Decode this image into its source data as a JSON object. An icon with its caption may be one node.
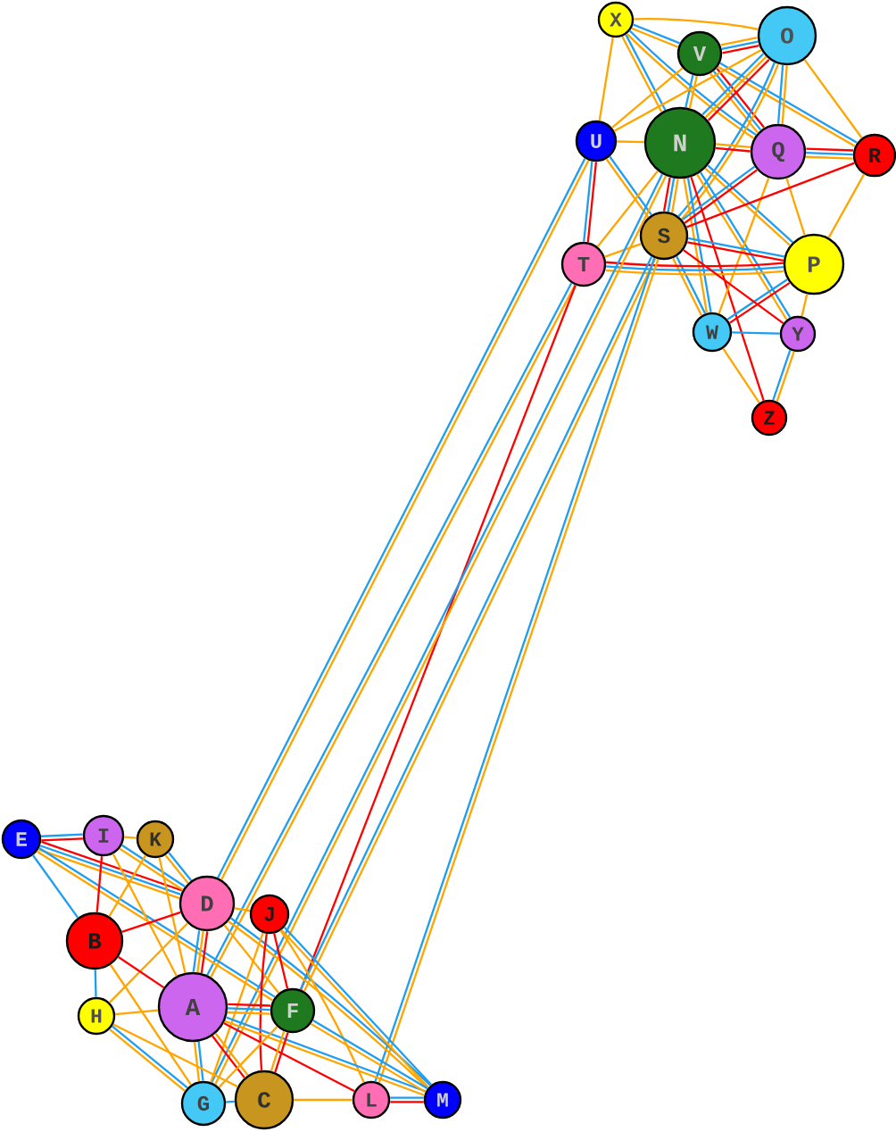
{
  "diagram": {
    "nodes": [
      {
        "text": [
          "X"
        ]
      },
      {
        "text": [
          "V"
        ]
      },
      {
        "text": [
          "O"
        ]
      },
      {
        "text": [
          "U"
        ]
      },
      {
        "text": [
          "N"
        ]
      },
      {
        "text": [
          "Q"
        ]
      },
      {
        "text": [
          "R"
        ]
      },
      {
        "text": [
          "T"
        ]
      },
      {
        "text": [
          "S"
        ]
      },
      {
        "text": [
          "P"
        ]
      },
      {
        "text": [
          "W"
        ]
      },
      {
        "text": [
          "Y"
        ]
      },
      {
        "text": [
          "Z"
        ]
      },
      {
        "text": [
          "E"
        ]
      },
      {
        "text": [
          "I"
        ]
      },
      {
        "text": [
          "K"
        ]
      },
      {
        "text": [
          "D"
        ]
      },
      {
        "text": [
          "J"
        ]
      },
      {
        "text": [
          "B"
        ]
      },
      {
        "text": [
          "H"
        ]
      },
      {
        "text": [
          "A"
        ]
      },
      {
        "text": [
          "F"
        ]
      },
      {
        "text": [
          "G"
        ]
      },
      {
        "text": [
          "C"
        ]
      },
      {
        "text": [
          "L"
        ]
      },
      {
        "text": [
          "M"
        ]
      }
    ],
    "edges": [
      {
        "from": 0,
        "to": 1,
        "arrow": "none"
      },
      {
        "from": 0,
        "to": 1,
        "arrow": "none",
        "color": "#1e9ef0"
      },
      {
        "from": 0,
        "to": 2,
        "arrow": "none"
      },
      {
        "from": 0,
        "to": 4,
        "arrow": "none"
      },
      {
        "from": 0,
        "to": 4,
        "arrow": "none",
        "color": "#1e9ef0"
      },
      {
        "from": 0,
        "to": 5,
        "arrow": "none"
      },
      {
        "from": 0,
        "to": 5,
        "arrow": "none",
        "color": "#1e9ef0"
      },
      {
        "from": 0,
        "to": 3,
        "arrow": "none"
      },
      {
        "from": 1,
        "to": 2,
        "arrow": "none",
        "color": "#ff0000"
      },
      {
        "from": 1,
        "to": 2,
        "arrow": "none",
        "color": "#1e9ef0"
      },
      {
        "from": 1,
        "to": 2,
        "arrow": "none"
      },
      {
        "from": 1,
        "to": 4,
        "arrow": "none"
      },
      {
        "from": 1,
        "to": 4,
        "arrow": "none",
        "color": "#1e9ef0"
      },
      {
        "from": 1,
        "to": 5,
        "arrow": "none"
      },
      {
        "from": 1,
        "to": 5,
        "arrow": "none",
        "color": "#1e9ef0"
      },
      {
        "from": 1,
        "to": 5,
        "arrow": "none",
        "color": "#ff0000"
      },
      {
        "from": 1,
        "to": 6,
        "arrow": "none"
      },
      {
        "from": 1,
        "to": 6,
        "arrow": "none",
        "color": "#1e9ef0"
      },
      {
        "from": 1,
        "to": 3,
        "arrow": "none"
      },
      {
        "from": 2,
        "to": 4,
        "arrow": "none",
        "color": "#ff0000"
      },
      {
        "from": 2,
        "to": 4,
        "arrow": "none"
      },
      {
        "from": 2,
        "to": 4,
        "arrow": "none",
        "color": "#1e9ef0"
      },
      {
        "from": 2,
        "to": 5,
        "arrow": "none"
      },
      {
        "from": 2,
        "to": 5,
        "arrow": "none",
        "color": "#1e9ef0"
      },
      {
        "from": 2,
        "to": 6,
        "arrow": "none"
      },
      {
        "from": 2,
        "to": 3,
        "arrow": "none"
      },
      {
        "from": 2,
        "to": 8,
        "arrow": "none"
      },
      {
        "from": 2,
        "to": 8,
        "arrow": "none",
        "color": "#1e9ef0"
      },
      {
        "from": 3,
        "to": 4,
        "arrow": "none"
      },
      {
        "from": 3,
        "to": 7,
        "arrow": "none",
        "color": "#ff0000"
      },
      {
        "from": 3,
        "to": 7,
        "arrow": "none",
        "color": "#1e9ef0"
      },
      {
        "from": 3,
        "to": 8,
        "arrow": "none"
      },
      {
        "from": 3,
        "to": 8,
        "arrow": "none",
        "color": "#1e9ef0"
      },
      {
        "from": 4,
        "to": 5,
        "arrow": "none",
        "color": "#ff0000"
      },
      {
        "from": 4,
        "to": 5,
        "arrow": "none"
      },
      {
        "from": 4,
        "to": 8,
        "arrow": "none"
      },
      {
        "from": 4,
        "to": 8,
        "arrow": "none",
        "color": "#1e9ef0"
      },
      {
        "from": 4,
        "to": 8,
        "arrow": "none",
        "color": "#ff0000"
      },
      {
        "from": 4,
        "to": 7,
        "arrow": "none"
      },
      {
        "from": 4,
        "to": 9,
        "arrow": "none"
      },
      {
        "from": 4,
        "to": 9,
        "arrow": "none",
        "color": "#1e9ef0"
      },
      {
        "from": 4,
        "to": 10,
        "arrow": "none"
      },
      {
        "from": 4,
        "to": 10,
        "arrow": "none",
        "color": "#1e9ef0"
      },
      {
        "from": 4,
        "to": 12,
        "arrow": "none",
        "color": "#ff0000"
      },
      {
        "from": 4,
        "to": 11,
        "arrow": "none"
      },
      {
        "from": 4,
        "to": 11,
        "arrow": "none",
        "color": "#1e9ef0"
      },
      {
        "from": 5,
        "to": 6,
        "arrow": "none"
      },
      {
        "from": 5,
        "to": 6,
        "arrow": "none",
        "color": "#1e9ef0"
      },
      {
        "from": 5,
        "to": 6,
        "arrow": "none",
        "color": "#ff0000"
      },
      {
        "from": 5,
        "to": 8,
        "arrow": "none",
        "color": "#ff0000"
      },
      {
        "from": 5,
        "to": 8,
        "arrow": "none",
        "color": "#1e9ef0"
      },
      {
        "from": 5,
        "to": 9,
        "arrow": "none"
      },
      {
        "from": 5,
        "to": 10,
        "arrow": "none"
      },
      {
        "from": 6,
        "to": 8,
        "arrow": "none",
        "color": "#ff0000"
      },
      {
        "from": 6,
        "to": 9,
        "arrow": "none"
      },
      {
        "from": 8,
        "to": 9,
        "arrow": "none",
        "color": "#ff0000"
      },
      {
        "from": 8,
        "to": 9,
        "arrow": "none",
        "color": "#1e9ef0"
      },
      {
        "from": 7,
        "to": 8,
        "arrow": "none"
      },
      {
        "from": 8,
        "to": 10,
        "arrow": "none"
      },
      {
        "from": 8,
        "to": 10,
        "arrow": "none",
        "color": "#1e9ef0"
      },
      {
        "from": 7,
        "to": 9,
        "arrow": "none"
      },
      {
        "from": 7,
        "to": 9,
        "arrow": "none",
        "color": "#1e9ef0"
      },
      {
        "from": 7,
        "to": 9,
        "arrow": "none",
        "color": "#ff0000"
      },
      {
        "from": 9,
        "to": 10,
        "arrow": "none",
        "color": "#ff0000"
      },
      {
        "from": 9,
        "to": 10,
        "arrow": "none",
        "color": "#1e9ef0"
      },
      {
        "from": 9,
        "to": 11,
        "arrow": "none"
      },
      {
        "from": 10,
        "to": 11,
        "arrow": "none",
        "color": "#1e9ef0"
      },
      {
        "from": 10,
        "to": 12,
        "arrow": "none"
      },
      {
        "from": 11,
        "to": 12,
        "arrow": "none"
      },
      {
        "from": 11,
        "to": 12,
        "arrow": "none",
        "color": "#1e9ef0"
      },
      {
        "from": 8,
        "to": 11,
        "arrow": "none",
        "color": "#ff0000"
      },
      {
        "from": 3,
        "to": 16,
        "arrow": "none"
      },
      {
        "from": 3,
        "to": 16,
        "arrow": "none",
        "color": "#1e9ef0"
      },
      {
        "from": 7,
        "to": 20,
        "arrow": "none"
      },
      {
        "from": 7,
        "to": 20,
        "arrow": "none",
        "color": "#1e9ef0"
      },
      {
        "from": 7,
        "to": 21,
        "arrow": "none",
        "color": "#ff0000"
      },
      {
        "from": 4,
        "to": 22,
        "arrow": "none"
      },
      {
        "from": 4,
        "to": 22,
        "arrow": "none",
        "color": "#1e9ef0"
      },
      {
        "from": 8,
        "to": 21,
        "arrow": "none"
      },
      {
        "from": 8,
        "to": 21,
        "arrow": "none",
        "color": "#1e9ef0"
      },
      {
        "from": 8,
        "to": 24,
        "arrow": "none"
      },
      {
        "from": 8,
        "to": 24,
        "arrow": "none",
        "color": "#1e9ef0"
      },
      {
        "from": 13,
        "to": 14,
        "arrow": "none",
        "color": "#ff0000"
      },
      {
        "from": 13,
        "to": 14,
        "arrow": "none",
        "color": "#1e9ef0"
      },
      {
        "from": 13,
        "to": 16,
        "arrow": "none"
      },
      {
        "from": 13,
        "to": 16,
        "arrow": "none",
        "color": "#1e9ef0"
      },
      {
        "from": 13,
        "to": 16,
        "arrow": "none",
        "color": "#ff0000"
      },
      {
        "from": 13,
        "to": 18,
        "arrow": "none",
        "color": "#1e9ef0"
      },
      {
        "from": 13,
        "to": 21,
        "arrow": "none"
      },
      {
        "from": 13,
        "to": 21,
        "arrow": "none",
        "color": "#1e9ef0"
      },
      {
        "from": 14,
        "to": 15,
        "arrow": "none"
      },
      {
        "from": 14,
        "to": 18,
        "arrow": "none",
        "color": "#ff0000"
      },
      {
        "from": 14,
        "to": 16,
        "arrow": "none"
      },
      {
        "from": 14,
        "to": 16,
        "arrow": "none",
        "color": "#1e9ef0"
      },
      {
        "from": 14,
        "to": 20,
        "arrow": "none"
      },
      {
        "from": 15,
        "to": 16,
        "arrow": "none"
      },
      {
        "from": 15,
        "to": 16,
        "arrow": "none",
        "color": "#1e9ef0"
      },
      {
        "from": 15,
        "to": 20,
        "arrow": "none"
      },
      {
        "from": 15,
        "to": 18,
        "arrow": "none"
      },
      {
        "from": 16,
        "to": 17,
        "arrow": "none"
      },
      {
        "from": 16,
        "to": 18,
        "arrow": "none",
        "color": "#ff0000"
      },
      {
        "from": 16,
        "to": 20,
        "arrow": "none",
        "color": "#ff0000"
      },
      {
        "from": 16,
        "to": 20,
        "arrow": "none"
      },
      {
        "from": 16,
        "to": 20,
        "arrow": "none",
        "color": "#1e9ef0"
      },
      {
        "from": 16,
        "to": 21,
        "arrow": "none"
      },
      {
        "from": 16,
        "to": 25,
        "arrow": "none"
      },
      {
        "from": 16,
        "to": 25,
        "arrow": "none",
        "color": "#1e9ef0"
      },
      {
        "from": 16,
        "to": 19,
        "arrow": "none"
      },
      {
        "from": 17,
        "to": 21,
        "arrow": "none",
        "color": "#ff0000"
      },
      {
        "from": 17,
        "to": 23,
        "arrow": "none",
        "color": "#ff0000"
      },
      {
        "from": 17,
        "to": 22,
        "arrow": "none"
      },
      {
        "from": 17,
        "to": 25,
        "arrow": "none"
      },
      {
        "from": 17,
        "to": 25,
        "arrow": "none",
        "color": "#1e9ef0"
      },
      {
        "from": 17,
        "to": 24,
        "arrow": "none"
      },
      {
        "from": 18,
        "to": 19,
        "arrow": "none",
        "color": "#1e9ef0"
      },
      {
        "from": 18,
        "to": 20,
        "arrow": "none",
        "color": "#ff0000"
      },
      {
        "from": 18,
        "to": 22,
        "arrow": "none"
      },
      {
        "from": 19,
        "to": 20,
        "arrow": "none"
      },
      {
        "from": 20,
        "to": 21,
        "arrow": "none"
      },
      {
        "from": 20,
        "to": 21,
        "arrow": "none",
        "color": "#1e9ef0"
      },
      {
        "from": 20,
        "to": 21,
        "arrow": "none",
        "color": "#ff0000"
      },
      {
        "from": 20,
        "to": 22,
        "arrow": "none"
      },
      {
        "from": 20,
        "to": 22,
        "arrow": "none",
        "color": "#1e9ef0"
      },
      {
        "from": 20,
        "to": 23,
        "arrow": "none",
        "color": "#ff0000"
      },
      {
        "from": 20,
        "to": 23,
        "arrow": "none"
      },
      {
        "from": 20,
        "to": 24,
        "arrow": "none",
        "color": "#ff0000"
      },
      {
        "from": 20,
        "to": 25,
        "arrow": "none"
      },
      {
        "from": 20,
        "to": 25,
        "arrow": "none",
        "color": "#1e9ef0"
      },
      {
        "from": 19,
        "to": 22,
        "arrow": "none"
      },
      {
        "from": 19,
        "to": 22,
        "arrow": "none",
        "color": "#1e9ef0"
      },
      {
        "from": 19,
        "to": 23,
        "arrow": "none"
      },
      {
        "from": 21,
        "to": 23,
        "arrow": "none",
        "color": "#ff0000"
      },
      {
        "from": 21,
        "to": 23,
        "arrow": "none"
      },
      {
        "from": 21,
        "to": 22,
        "arrow": "none"
      },
      {
        "from": 21,
        "to": 25,
        "arrow": "none"
      },
      {
        "from": 21,
        "to": 25,
        "arrow": "none",
        "color": "#1e9ef0"
      },
      {
        "from": 23,
        "to": 24,
        "arrow": "none"
      },
      {
        "from": 24,
        "to": 25,
        "arrow": "none",
        "color": "#ff0000"
      },
      {
        "from": 24,
        "to": 25,
        "arrow": "none",
        "color": "#1e9ef0"
      },
      {
        "from": 22,
        "to": 23,
        "arrow": "none",
        "color": "#1e9ef0"
      }
    ]
  }
}
